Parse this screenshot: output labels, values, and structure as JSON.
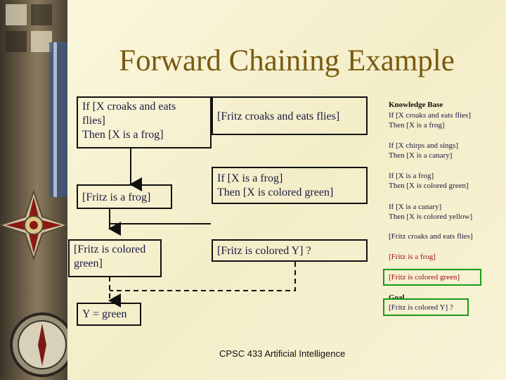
{
  "title": "Forward Chaining Example",
  "rule_frog": [
    "If [X croaks and eats",
    "flies]",
    "Then [X is a frog]"
  ],
  "fact_fritz_croaks": "[Fritz croaks and eats flies]",
  "fact_fritz_frog": "[Fritz is a frog]",
  "rule_green": [
    "If [X is a frog]",
    "Then [X is colored green]"
  ],
  "fact_fritz_green": [
    "[Fritz is colored",
    "green]"
  ],
  "goal_query": "[Fritz is colored Y] ?",
  "answer": "Y = green",
  "knowledge_base": {
    "title": "Knowledge Base",
    "rules": [
      [
        "If [X croaks and eats flies]",
        "Then [X is a frog]"
      ],
      [
        "If [X chirps and sings]",
        "Then [X is a canary]"
      ],
      [
        "If [X is a frog]",
        "Then [X is colored green]"
      ],
      [
        "If [X is a canary]",
        "Then [X is colored yellow]"
      ]
    ],
    "facts": [
      "[Fritz croaks and eats flies]",
      "[Fritz is a frog]",
      "[Fritz is colored green]"
    ],
    "goal_label": "Goal",
    "goal": "[Fritz is colored Y] ?"
  },
  "footer": "CPSC 433 Artificial Intelligence",
  "colors": {
    "title": "#7a5a12",
    "text": "#1a1a40",
    "derived": "#a01010",
    "highlight": "#1a9a1a"
  }
}
